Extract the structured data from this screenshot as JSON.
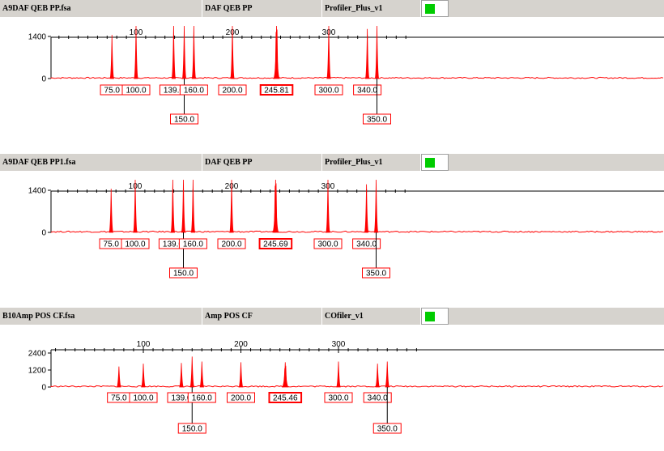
{
  "panels": [
    {
      "header": {
        "file": "A9DAF QEB PP.fsa",
        "sample": "DAF QEB PP",
        "panel": "Profiler_Plus_v1",
        "status_color": "#00cc00"
      }
    },
    {
      "header": {
        "file": "A9DAF QEB PP1.fsa",
        "sample": "DAF QEB PP",
        "panel": "Profiler_Plus_v1",
        "status_color": "#00cc00"
      }
    },
    {
      "header": {
        "file": "B10Amp POS CF.fsa",
        "sample": "Amp POS CF",
        "panel": "COfiler_v1",
        "status_color": "#00cc00"
      }
    }
  ],
  "chart_data": [
    {
      "type": "line",
      "title": "",
      "xlabel": "",
      "ylabel": "",
      "x_ticks": [
        100,
        200,
        300
      ],
      "y_ticks": [
        0,
        1400
      ],
      "ylim": [
        0,
        2000
      ],
      "series_color": "#ff0000",
      "peaks": [
        {
          "size": 75.0,
          "height": 1450,
          "label": "75.0",
          "row": 1
        },
        {
          "size": 100.0,
          "height": 1750,
          "label": "100.0",
          "row": 1
        },
        {
          "size": 139.0,
          "height": 1750,
          "label": "139.0",
          "row": 1
        },
        {
          "size": 150.0,
          "height": 1750,
          "label": "150.0",
          "row": 2
        },
        {
          "size": 160.0,
          "height": 1750,
          "label": "160.0",
          "row": 1
        },
        {
          "size": 200.0,
          "height": 1750,
          "label": "200.0",
          "row": 1
        },
        {
          "size": 245.81,
          "height": 1750,
          "label": "245.81",
          "row": 1,
          "highlight": true
        },
        {
          "size": 300.0,
          "height": 1750,
          "label": "300.0",
          "row": 1
        },
        {
          "size": 340.0,
          "height": 1650,
          "label": "340.0",
          "row": 1
        },
        {
          "size": 350.0,
          "height": 1750,
          "label": "350.0",
          "row": 2
        }
      ]
    },
    {
      "type": "line",
      "title": "",
      "xlabel": "",
      "ylabel": "",
      "x_ticks": [
        100,
        200,
        300
      ],
      "y_ticks": [
        0,
        1400
      ],
      "ylim": [
        0,
        2000
      ],
      "series_color": "#ff0000",
      "peaks": [
        {
          "size": 75.0,
          "height": 1450,
          "label": "75.0",
          "row": 1
        },
        {
          "size": 100.0,
          "height": 1750,
          "label": "100.0",
          "row": 1
        },
        {
          "size": 139.0,
          "height": 1750,
          "label": "139.0",
          "row": 1
        },
        {
          "size": 150.0,
          "height": 1750,
          "label": "150.0",
          "row": 2
        },
        {
          "size": 160.0,
          "height": 1750,
          "label": "160.0",
          "row": 1
        },
        {
          "size": 200.0,
          "height": 1750,
          "label": "200.0",
          "row": 1
        },
        {
          "size": 245.69,
          "height": 1750,
          "label": "245.69",
          "row": 1,
          "highlight": true
        },
        {
          "size": 300.0,
          "height": 1750,
          "label": "300.0",
          "row": 1
        },
        {
          "size": 340.0,
          "height": 1600,
          "label": "340.0",
          "row": 1
        },
        {
          "size": 350.0,
          "height": 1750,
          "label": "350.0",
          "row": 2
        }
      ]
    },
    {
      "type": "line",
      "title": "",
      "xlabel": "",
      "ylabel": "",
      "x_ticks": [
        100,
        200,
        300
      ],
      "y_ticks": [
        0,
        1200,
        2400
      ],
      "ylim": [
        0,
        2600
      ],
      "series_color": "#ff0000",
      "peaks": [
        {
          "size": 75.0,
          "height": 1450,
          "label": "75.0",
          "row": 1
        },
        {
          "size": 100.0,
          "height": 1650,
          "label": "100.0",
          "row": 1
        },
        {
          "size": 139.0,
          "height": 1700,
          "label": "139.0",
          "row": 1
        },
        {
          "size": 150.0,
          "height": 2150,
          "label": "150.0",
          "row": 2
        },
        {
          "size": 160.0,
          "height": 1800,
          "label": "160.0",
          "row": 1
        },
        {
          "size": 200.0,
          "height": 1750,
          "label": "200.0",
          "row": 1
        },
        {
          "size": 245.46,
          "height": 1750,
          "label": "245.46",
          "row": 1,
          "highlight": true
        },
        {
          "size": 300.0,
          "height": 1800,
          "label": "300.0",
          "row": 1
        },
        {
          "size": 340.0,
          "height": 1650,
          "label": "340.0",
          "row": 1
        },
        {
          "size": 350.0,
          "height": 1800,
          "label": "350.0",
          "row": 2
        }
      ]
    }
  ]
}
